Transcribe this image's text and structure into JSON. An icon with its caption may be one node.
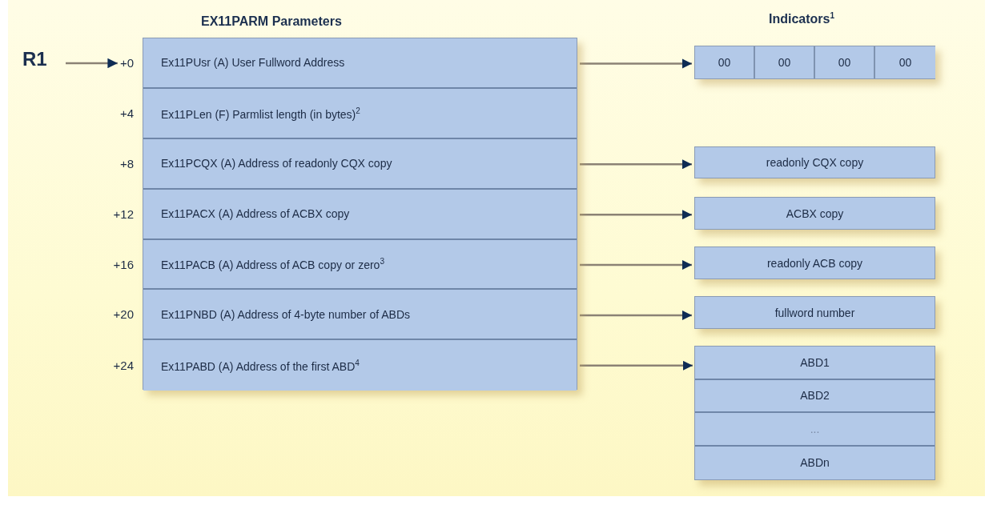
{
  "diagram": {
    "nodes": [
      {
        "text": [
          "R1"
        ]
      },
      {
        "text": [
          "EX11PARM Parameters"
        ]
      },
      {
        "text": [
          "Ex11PUsr (A) User Fullword Address"
        ],
        "in": 1,
        "beside": [
          "+0"
        ]
      },
      {
        "text": [
          "Ex11PLen (F) Parmlist length (in bytes)$^{2}$"
        ],
        "in": 1,
        "beside": [
          "+4"
        ]
      },
      {
        "text": [
          "Ex11PCQX (A) Address of readonly CQX copy"
        ],
        "in": 1,
        "beside": [
          "+8"
        ]
      },
      {
        "text": [
          "Ex11PACX (A) Address of ACBX copy"
        ],
        "in": 1,
        "beside": [
          "+12"
        ]
      },
      {
        "text": [
          "Ex11PACB (A) Address of ACB copy or zero$^{3}$"
        ],
        "in": 1,
        "beside": [
          "+16"
        ]
      },
      {
        "text": [
          "Ex11PNBD (A) Address of 4-byte number of ABDs"
        ],
        "in": 1,
        "beside": [
          "+20"
        ]
      },
      {
        "text": [
          "Ex11PABD (A) Address of the first ABD$^{4}$"
        ],
        "in": 1,
        "beside": [
          "+24"
        ]
      },
      {
        "text": [
          "Indicators$^{1}$"
        ]
      },
      {
        "text": [
          "00"
        ],
        "in": 9
      },
      {
        "text": [
          "00"
        ],
        "in": 9
      },
      {
        "text": [
          "00"
        ],
        "in": 9
      },
      {
        "text": [
          "00"
        ],
        "in": 9
      },
      {
        "text": [
          "readonly CQX copy"
        ]
      },
      {
        "text": [
          "ACBX copy"
        ]
      },
      {
        "text": [
          "readonly ACB copy"
        ]
      },
      {
        "text": [
          "fullword number"
        ]
      },
      {
        "text": [],
        "shape": "box"
      },
      {
        "text": [
          "ABD1"
        ],
        "in": 18
      },
      {
        "text": [
          "ABD2"
        ],
        "in": 18
      },
      {
        "text": [
          "..."
        ],
        "in": 18
      },
      {
        "text": [
          "ABDn"
        ],
        "in": 18
      }
    ],
    "edges": [
      {
        "from": 0,
        "to": 2,
        "arrow": "to"
      },
      {
        "from": 2,
        "to": 9,
        "arrow": "to"
      },
      {
        "from": 4,
        "to": 14,
        "arrow": "to"
      },
      {
        "from": 5,
        "to": 15,
        "arrow": "to"
      },
      {
        "from": 6,
        "to": 16,
        "arrow": "to"
      },
      {
        "from": 7,
        "to": 17,
        "arrow": "to"
      },
      {
        "from": 8,
        "to": 19,
        "arrow": "to"
      }
    ]
  }
}
